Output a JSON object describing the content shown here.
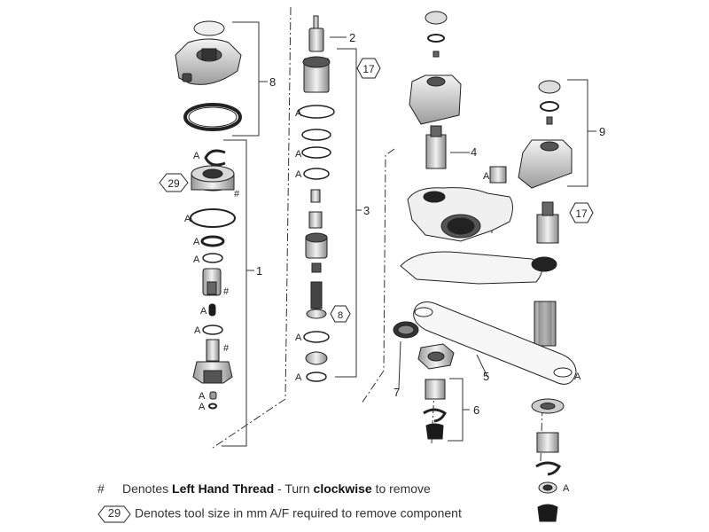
{
  "diagram": {
    "callouts": {
      "c1": "1",
      "c2": "2",
      "c3": "3",
      "c4": "4",
      "c5": "5",
      "c6": "6",
      "c7": "7",
      "c8": "8",
      "c9": "9"
    },
    "letters": {
      "a": "A",
      "hash": "#"
    },
    "tool_sizes": {
      "t17": "17",
      "t29": "29",
      "t8": "8"
    }
  },
  "legend": {
    "hash_symbol": "#",
    "hash_prefix": "Denotes ",
    "hash_bold1": "Left Hand Thread",
    "hash_mid": " - Turn ",
    "hash_bold2": "clockwise",
    "hash_suffix": " to remove",
    "tool_number": "29",
    "tool_text": "Denotes tool size in mm A/F required to remove component"
  },
  "colors": {
    "line": "#222222",
    "fill_dark": "#1a1a1a",
    "fill_mid": "#bdbdbd",
    "fill_light": "#eeeeee"
  }
}
